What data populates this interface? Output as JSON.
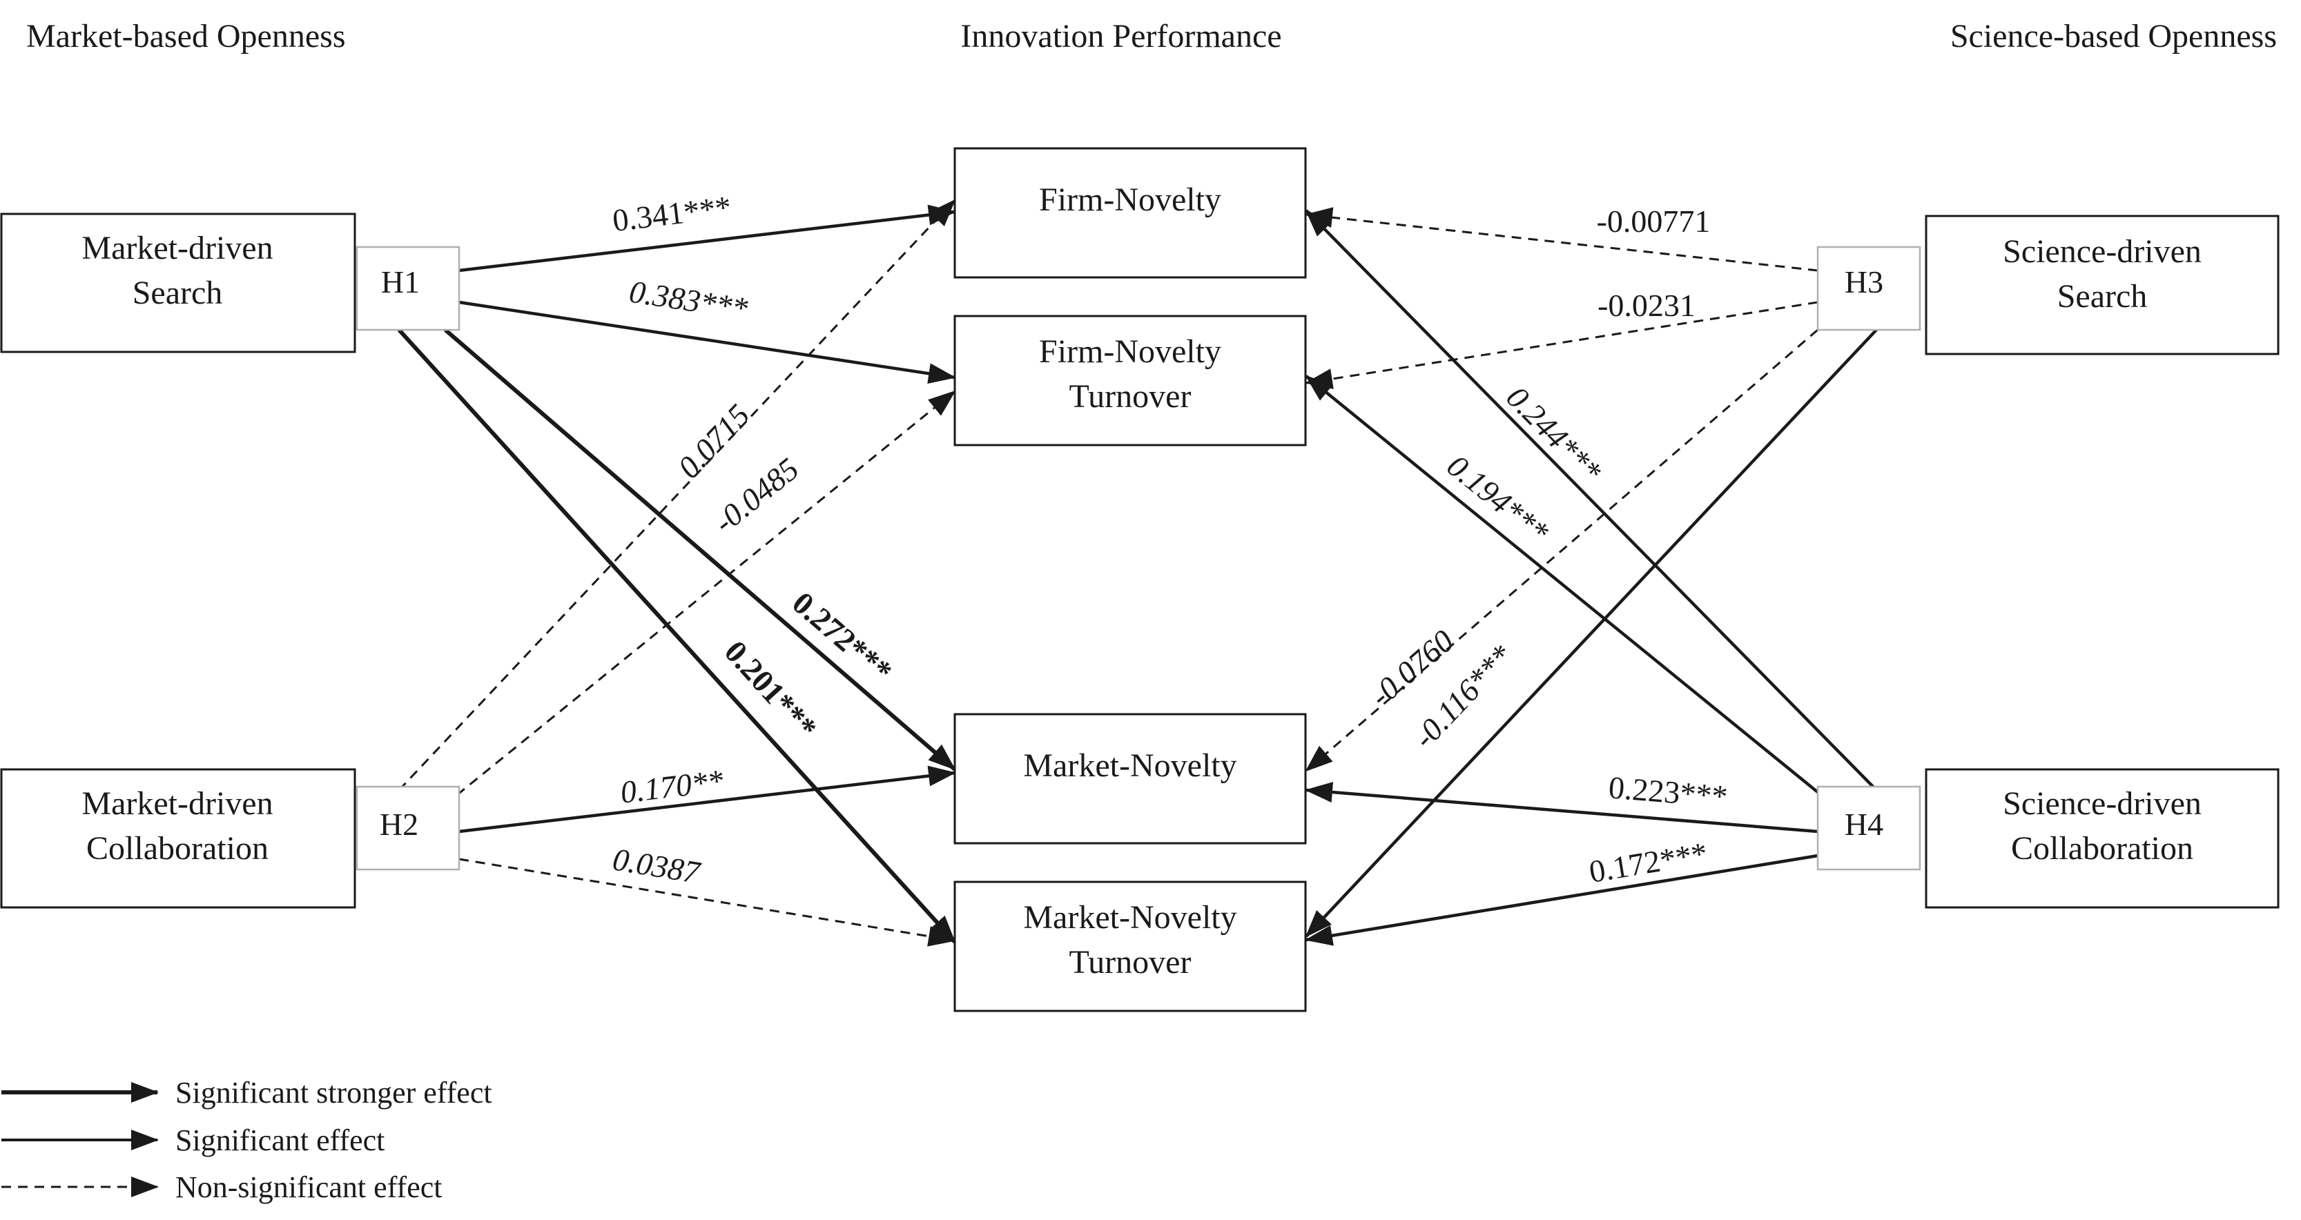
{
  "headers": {
    "left": "Market-based Openness",
    "center": "Innovation Performance",
    "right": "Science-based Openness"
  },
  "boxes": {
    "market_driven_search": [
      "Market-driven",
      "Search"
    ],
    "market_driven_collaboration": [
      "Market-driven",
      "Collaboration"
    ],
    "firm_novelty": [
      "Firm-Novelty"
    ],
    "firm_novelty_turnover": [
      "Firm-Novelty",
      "Turnover"
    ],
    "market_novelty": [
      "Market-Novelty"
    ],
    "market_novelty_turnover": [
      "Market-Novelty",
      "Turnover"
    ],
    "science_driven_search": [
      "Science-driven",
      "Search"
    ],
    "science_driven_collaboration": [
      "Science-driven",
      "Collaboration"
    ]
  },
  "hypotheses": {
    "h1": "H1",
    "h2": "H2",
    "h3": "H3",
    "h4": "H4"
  },
  "paths": [
    {
      "id": "h1_firm_novelty",
      "label": "0.341***",
      "style": "significant"
    },
    {
      "id": "h1_firm_novelty_turnover",
      "label": "0.383***",
      "style": "significant"
    },
    {
      "id": "h1_market_novelty",
      "label": "0.272***",
      "style": "stronger"
    },
    {
      "id": "h1_market_novelty_turnover",
      "label": "0.201***",
      "style": "stronger"
    },
    {
      "id": "h2_firm_novelty",
      "label": "0.0715",
      "style": "non-significant"
    },
    {
      "id": "h2_firm_novelty_turnover",
      "label": "-0.0485",
      "style": "non-significant"
    },
    {
      "id": "h2_market_novelty",
      "label": "0.170**",
      "style": "significant"
    },
    {
      "id": "h2_market_novelty_turnover",
      "label": "0.0387",
      "style": "non-significant"
    },
    {
      "id": "h3_firm_novelty",
      "label": "-0.00771",
      "style": "non-significant"
    },
    {
      "id": "h3_firm_novelty_turnover",
      "label": "-0.0231",
      "style": "non-significant"
    },
    {
      "id": "h3_market_novelty",
      "label": "-0.0760",
      "style": "non-significant"
    },
    {
      "id": "h3_market_novelty_turnover",
      "label": "-0.116***",
      "style": "significant"
    },
    {
      "id": "h4_firm_novelty",
      "label": "0.244***",
      "style": "significant"
    },
    {
      "id": "h4_firm_novelty_turnover",
      "label": "0.194***",
      "style": "significant"
    },
    {
      "id": "h4_market_novelty",
      "label": "0.223***",
      "style": "significant"
    },
    {
      "id": "h4_market_novelty_turnover",
      "label": "0.172***",
      "style": "significant"
    }
  ],
  "legend": {
    "stronger": "Significant stronger effect",
    "significant": "Significant effect",
    "non_significant": "Non-significant effect"
  },
  "colors": {
    "ink": "#1a1a1a",
    "hypothesis_border": "#b0b0b0"
  }
}
